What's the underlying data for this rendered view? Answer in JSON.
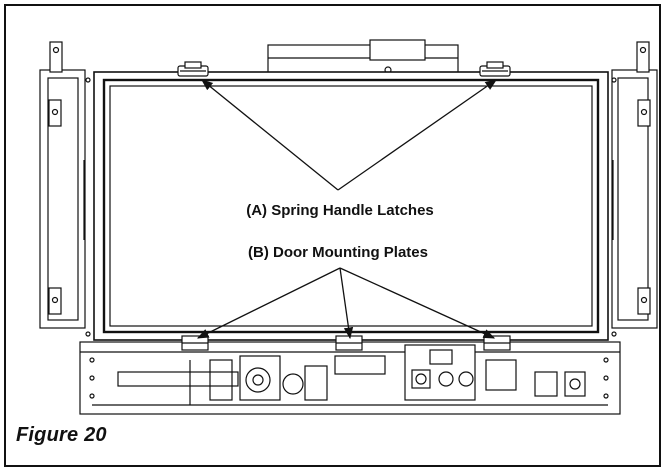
{
  "figure": {
    "caption": "Figure 20"
  },
  "callouts": {
    "a_label": "(A) Spring Handle Latches",
    "b_label": "(B) Door Mounting Plates"
  }
}
